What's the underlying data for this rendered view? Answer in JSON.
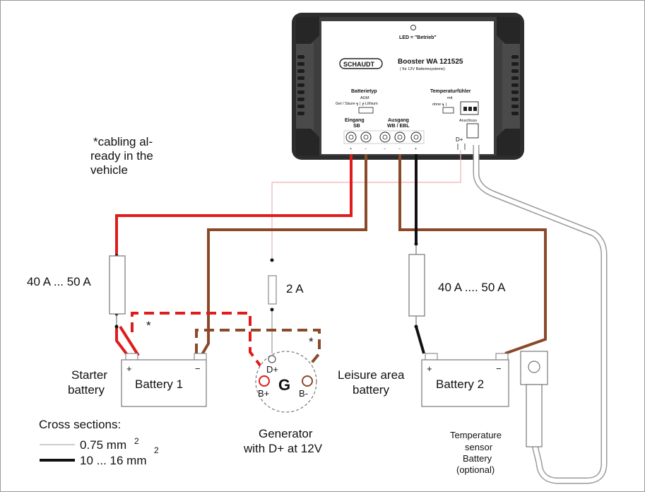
{
  "booster": {
    "led_label": "LED = \"Betrieb\"",
    "brand": "SCHAUDT",
    "model": "Booster  WA 121525",
    "model_sub": "( für 12V Batteriesysteme)",
    "battery_type_title": "Batterietyp",
    "battery_type_agm": "AGM",
    "battery_type_options": "Gel / Säure ┓ | ┏ Lithium",
    "temp_title": "Temperaturfühler",
    "temp_mit": "mit",
    "temp_ohne": "ohne ┓ |",
    "input_title": "Eingang",
    "input_sub": "SB",
    "output_title": "Ausgang",
    "output_sub": "WB / EBL",
    "anschluss": "Anschluss",
    "d_plus": "D+",
    "terminals": [
      "+",
      "−",
      "−",
      "−",
      "+"
    ]
  },
  "labels": {
    "cabling_note": [
      "*cabling al-",
      "ready in the",
      "vehicle"
    ],
    "fuse_starter": "40 A ... 50 A",
    "fuse_d_plus": "2 A",
    "fuse_leisure": "40 A .... 50 A",
    "asterisk": "*",
    "starter_battery": [
      "Starter",
      "battery"
    ],
    "battery1": "Battery 1",
    "battery2": "Battery 2",
    "leisure_battery": [
      "Leisure area",
      "battery"
    ],
    "plus": "+",
    "minus": "−",
    "generator_letter": "G",
    "generator_d_plus": "D+",
    "generator_b_plus": "B+",
    "generator_b_minus": "B-",
    "generator_caption": [
      "Generator",
      "with D+ at 12V"
    ],
    "temp_sensor_caption": [
      "Temperature",
      "sensor",
      "Battery",
      "(optional)"
    ],
    "cross_sections_title": "Cross sections:",
    "cross_thin": "0.75 mm",
    "cross_thick": "10 ... 16 mm",
    "superscript_2": "2"
  },
  "colors": {
    "red": "#e01b1b",
    "brown": "#8a4a2a",
    "black": "#111111",
    "thin_red": "#f0b0b0",
    "thin_gray": "#9a9a9a",
    "device_fill": "#3a3a3a"
  }
}
